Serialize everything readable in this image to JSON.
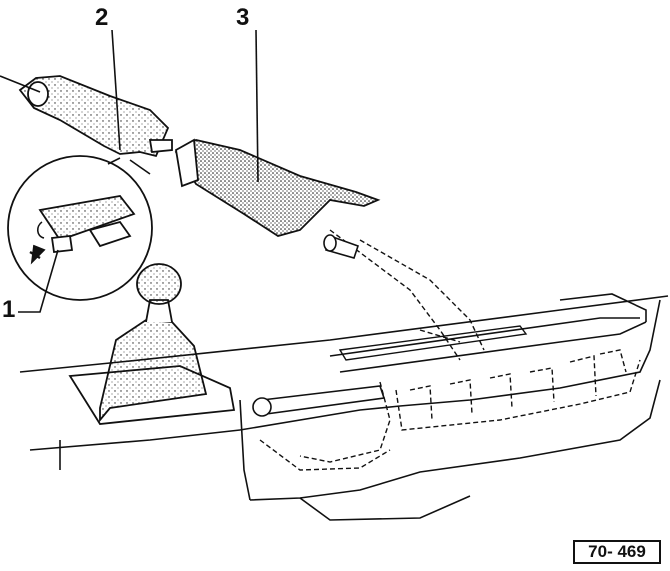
{
  "callouts": {
    "one": "1",
    "two": "2",
    "three": "3"
  },
  "figure_number": "70- 469",
  "colors": {
    "ink": "#111111",
    "paper": "#ffffff"
  }
}
